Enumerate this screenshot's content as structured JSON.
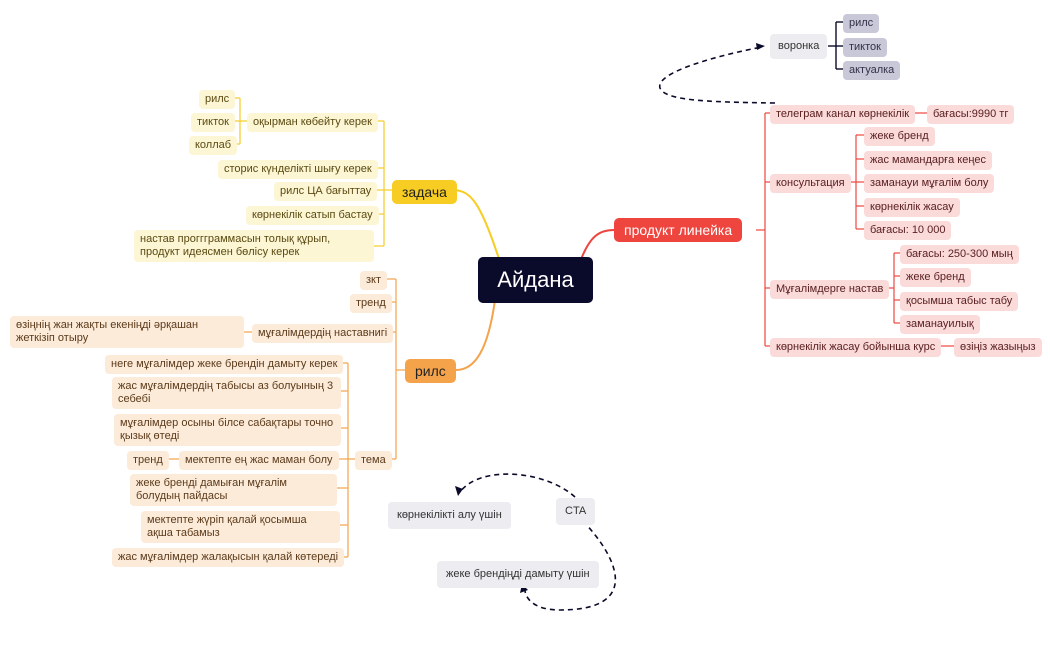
{
  "root": "Айдана",
  "zadacha": {
    "label": "задача",
    "audience": {
      "label": "оқырман көбейту керек",
      "items": [
        "рилс",
        "тикток",
        "коллаб"
      ]
    },
    "stories": "сторис күнделікті шығу керек",
    "reels_ca": "рилс ЦА бағыттау",
    "sell_visual": "көрнекілік сатып бастау",
    "program": "настав проггграммасын толық құрып, продукт идеясмен бөлісу керек"
  },
  "reels": {
    "label": "рилс",
    "zkt": "зкт",
    "trend": "тренд",
    "mentoring": {
      "label": "мұғалімдердің наставнигі",
      "note": "өзіңнің жан жақты екеніңді әрқашан жеткізіп отыру"
    },
    "tema": {
      "label": "тема",
      "items": [
        "неге мұғалімдер жеке брендін дамыту керек",
        "жас мұғалімдердің табысы аз болуының 3 себебі",
        "мұғалімдер осыны білсе сабақтары точно қызық өтеді",
        "мектепте ең жас маман болу",
        "жеке бренді дамыған мұғалім болудың пайдасы",
        "мектепте жүріп қалай қосымша ақша табамыз",
        "жас мұғалімдер жалақысын қалай көтереді"
      ],
      "young_trend": "тренд"
    }
  },
  "products": {
    "label": "продукт линейка",
    "telegram": {
      "label": "телеграм канал көрнекілік",
      "price": "бағасы:9990 тг"
    },
    "consult": {
      "label": "консультация",
      "items": [
        "жеке бренд",
        "жас мамандарға кеңес",
        "заманауи мұғалім болу",
        "көрнекілік жасау",
        "бағасы: 10 000"
      ]
    },
    "mentor": {
      "label": "Мұғалімдерге настав",
      "items": [
        "бағасы: 250-300 мың",
        "жеке бренд",
        "қосымша табыс табу",
        "заманауилық"
      ]
    },
    "course": {
      "label": "көрнекілік жасау бойынша курс",
      "note": "өзіңіз жазыңыз"
    }
  },
  "funnel": {
    "label": "воронка",
    "items": [
      "рилс",
      "тикток",
      "актуалка"
    ]
  },
  "cta": {
    "label": "CTA",
    "visual": "көрнекілікті алу үшін",
    "brand": "жеке брендіңді дамыту үшін"
  },
  "colors": {
    "yellow": "#f7cc23",
    "orange": "#f5a34a",
    "red": "#ee453e",
    "navy": "#0a0a2a"
  }
}
